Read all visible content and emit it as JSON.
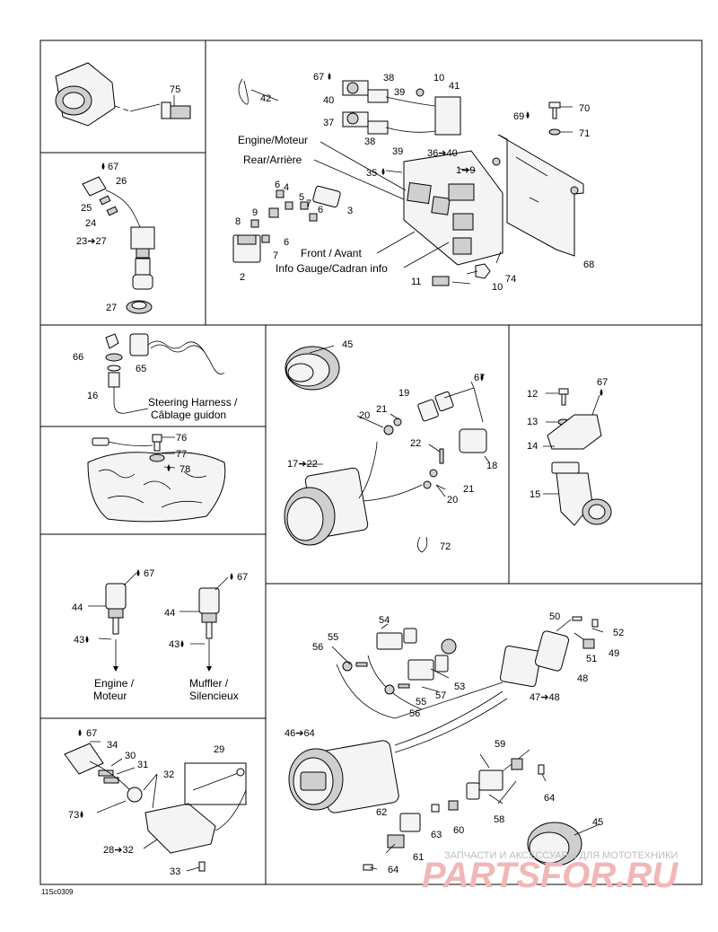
{
  "diagram_code": "11Sc0309",
  "watermark": {
    "line": "ЗАПЧАСТИ И АКСЕССУАРЫ ДЛЯ МОТОТЕХНИКИ",
    "brand": "PARTSFOR.RU"
  },
  "labels": {
    "engine_moteur": "Engine/Moteur",
    "rear_arriere": "Rear/Arrière",
    "front_avant": "Front / Avant",
    "info_gauge": "Info Gauge/Cadran info",
    "steering_harness": "Steering Harness /",
    "cablage_guidon": "Câblage guidon",
    "engine": "Engine /",
    "moteur": "Moteur",
    "muffler": "Muffler /",
    "silencieux": "Silencieux"
  },
  "callouts": {
    "c75": "75",
    "c42": "42",
    "c67a": "67",
    "c38a": "38",
    "c10a": "10",
    "c40a": "40",
    "c39a": "39",
    "c41": "41",
    "c70": "70",
    "c69": "69",
    "c71": "71",
    "c37": "37",
    "c38b": "38",
    "c39b": "39",
    "c36_40": "36➔40",
    "c35": "35",
    "c1_9": "1➔9",
    "c6a": "6",
    "c4": "4",
    "c5": "5",
    "c7a": "7",
    "c6b": "6",
    "c3": "3",
    "c9": "9",
    "c8": "8",
    "c6c": "6",
    "c7b": "7",
    "c2": "2",
    "c68": "68",
    "c11": "11",
    "c10b": "10",
    "c74": "74",
    "c67b": "67",
    "c26": "26",
    "c25": "25",
    "c24": "24",
    "c23_27": "23➔27",
    "c27": "27",
    "c66": "66",
    "c65": "65",
    "c16": "16",
    "c45a": "45",
    "c19": "19",
    "c67c": "67",
    "c20a": "20",
    "c21a": "21",
    "c22": "22",
    "c18": "18",
    "c17_22": "17➔22",
    "c21b": "21",
    "c20b": "20",
    "c72": "72",
    "c12": "12",
    "c67d": "67",
    "c13": "13",
    "c14": "14",
    "c15": "15",
    "c76": "76",
    "c77": "77",
    "c78": "78",
    "c67e": "67",
    "c44a": "44",
    "c43a": "43",
    "c67f": "67",
    "c44b": "44",
    "c43b": "43",
    "c54": "54",
    "c55a": "55",
    "c56a": "56",
    "c53": "53",
    "c57": "57",
    "c55b": "55",
    "c56b": "56",
    "c50": "50",
    "c52": "52",
    "c49": "49",
    "c51": "51",
    "c48": "48",
    "c47_48": "47➔48",
    "c46_64": "46➔64",
    "c59": "59",
    "c64a": "64",
    "c58": "58",
    "c62": "62",
    "c63": "63",
    "c60": "60",
    "c61": "61",
    "c64b": "64",
    "c45b": "45",
    "c67g": "67",
    "c34": "34",
    "c30": "30",
    "c31": "31",
    "c32": "32",
    "c29": "29",
    "c73": "73",
    "c28_32": "28➔32",
    "c33": "33"
  }
}
